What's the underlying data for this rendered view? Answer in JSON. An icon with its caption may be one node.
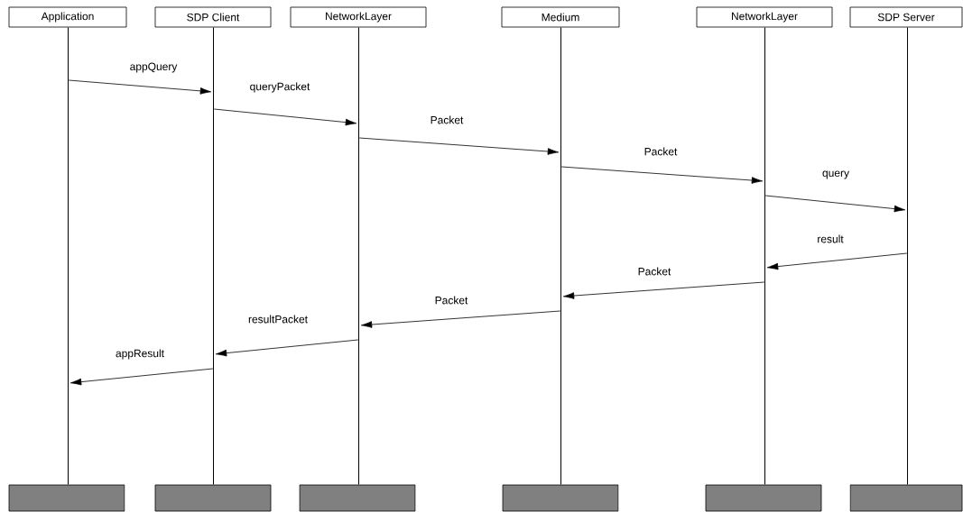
{
  "diagram": {
    "nodes": [
      {
        "text": [
          "Application"
        ]
      },
      {
        "text": [
          "SDP Client"
        ]
      },
      {
        "text": [
          "NetworkLayer"
        ]
      },
      {
        "text": [
          "Medium"
        ]
      },
      {
        "text": [
          "NetworkLayer"
        ]
      },
      {
        "text": [
          "SDP Server"
        ]
      },
      {
        "text": [],
        "shape": "box"
      },
      {
        "text": [],
        "shape": "box"
      },
      {
        "text": [],
        "shape": "box"
      },
      {
        "text": [],
        "shape": "box"
      },
      {
        "text": [],
        "shape": "box"
      },
      {
        "text": [],
        "shape": "box"
      },
      {
        "text": [],
        "shape": "line"
      },
      {
        "text": [],
        "shape": "line"
      },
      {
        "text": [],
        "shape": "line"
      },
      {
        "text": [],
        "shape": "line"
      },
      {
        "text": [],
        "shape": "line"
      },
      {
        "text": [],
        "shape": "line"
      }
    ],
    "edges": [
      {
        "from": 12,
        "to": 13,
        "arrow": "to",
        "label": "appQuery"
      },
      {
        "from": 13,
        "to": 14,
        "arrow": "to",
        "label": "queryPacket"
      },
      {
        "from": 14,
        "to": 15,
        "arrow": "to",
        "label": "Packet"
      },
      {
        "from": 15,
        "to": 16,
        "arrow": "to",
        "label": "Packet"
      },
      {
        "from": 16,
        "to": 17,
        "arrow": "to",
        "label": "query"
      },
      {
        "from": 17,
        "to": 16,
        "arrow": "to",
        "label": "result"
      },
      {
        "from": 16,
        "to": 15,
        "arrow": "to",
        "label": "Packet"
      },
      {
        "from": 15,
        "to": 14,
        "arrow": "to",
        "label": "Packet"
      },
      {
        "from": 14,
        "to": 13,
        "arrow": "to",
        "label": "resultPacket"
      },
      {
        "from": 13,
        "to": 12,
        "arrow": "to",
        "label": "appResult"
      }
    ]
  }
}
